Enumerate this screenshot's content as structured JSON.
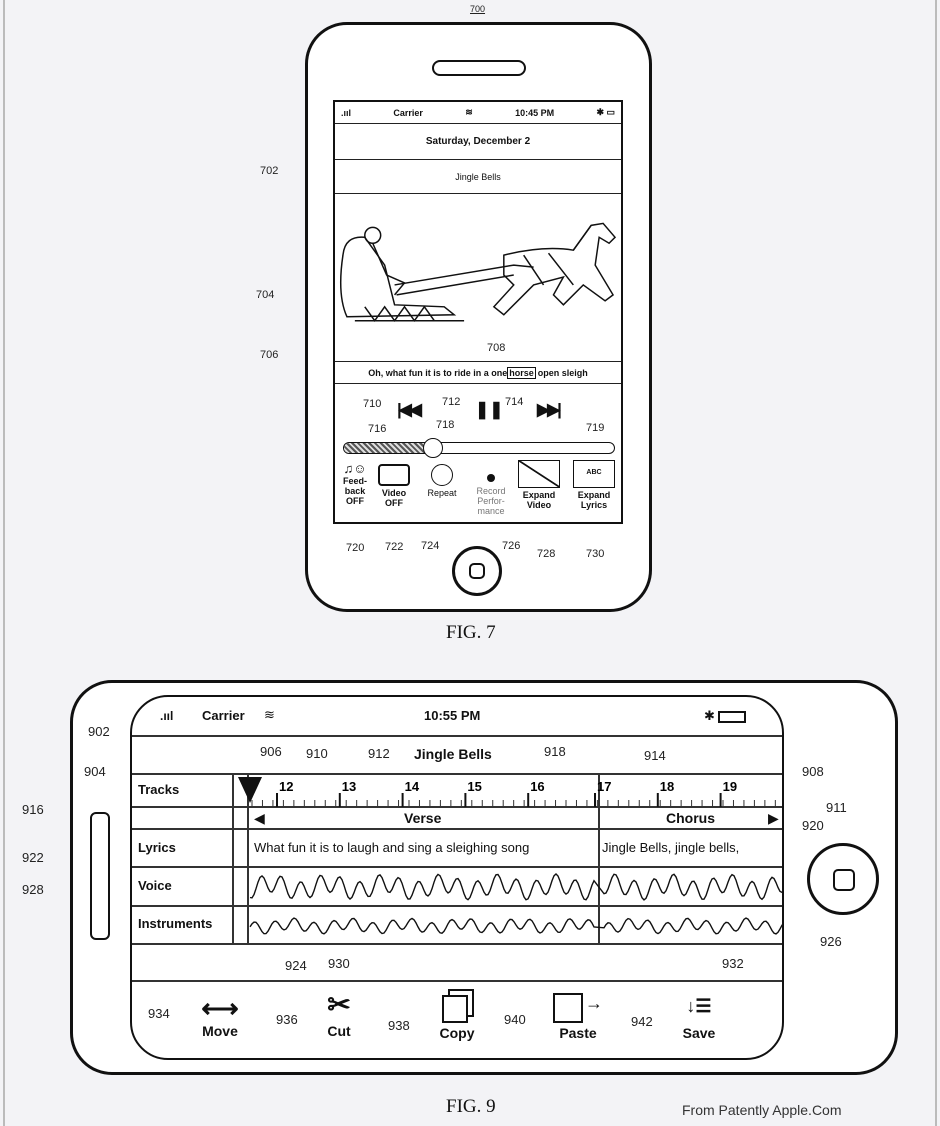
{
  "fig7": {
    "ref": "700",
    "status": {
      "carrier": "Carrier",
      "time": "10:45 PM"
    },
    "date": "Saturday, December 2",
    "song_title": "Jingle Bells",
    "lyrics_before": "Oh, what fun it is to ride in a one",
    "lyrics_highlight": "horse",
    "lyrics_after": "open sleigh",
    "controls": {
      "feedback": "Feed-back OFF",
      "video": "Video OFF",
      "repeat": "Repeat",
      "record": "Record Perfor-mance",
      "expand_video": "Expand Video",
      "expand_lyrics": "Expand Lyrics",
      "abc": "ABC"
    },
    "progress": 0.33,
    "refs": {
      "r702": "702",
      "r704": "704",
      "r706": "706",
      "r708": "708",
      "r710": "710",
      "r712": "712",
      "r714": "714",
      "r716": "716",
      "r718": "718",
      "r719": "719",
      "r720": "720",
      "r722": "722",
      "r724": "724",
      "r726": "726",
      "r728": "728",
      "r730": "730"
    },
    "caption": "FIG. 7"
  },
  "fig9": {
    "status": {
      "carrier": "Carrier",
      "time": "10:55 PM"
    },
    "song_title": "Jingle Bells",
    "track_labels": {
      "tracks": "Tracks",
      "lyrics": "Lyrics",
      "voice": "Voice",
      "instruments": "Instruments"
    },
    "ticks": [
      "12",
      "13",
      "14",
      "15",
      "16",
      "17",
      "18",
      "19"
    ],
    "sections": {
      "verse": "Verse",
      "chorus": "Chorus"
    },
    "lyrics": {
      "verse": "What fun it is to laugh and sing a sleighing song",
      "chorus": "Jingle Bells, jingle bells,"
    },
    "tools": [
      {
        "label": "Move",
        "ref": "934",
        "icon": "double-arrow-icon"
      },
      {
        "label": "Cut",
        "ref": "936",
        "icon": "scissors-icon"
      },
      {
        "label": "Copy",
        "ref": "938",
        "icon": "copy-icon"
      },
      {
        "label": "Paste",
        "ref": "940",
        "icon": "paste-icon"
      },
      {
        "label": "Save",
        "ref": "942",
        "icon": "save-icon"
      }
    ],
    "refs": {
      "r902": "902",
      "r904": "904",
      "r906": "906",
      "r908": "908",
      "r910": "910",
      "r911": "911",
      "r912": "912",
      "r914": "914",
      "r916": "916",
      "r918": "918",
      "r920": "920",
      "r922": "922",
      "r924": "924",
      "r926": "926",
      "r928": "928",
      "r930": "930",
      "r932": "932"
    },
    "caption": "FIG. 9"
  },
  "credit": "From Patently Apple.Com"
}
